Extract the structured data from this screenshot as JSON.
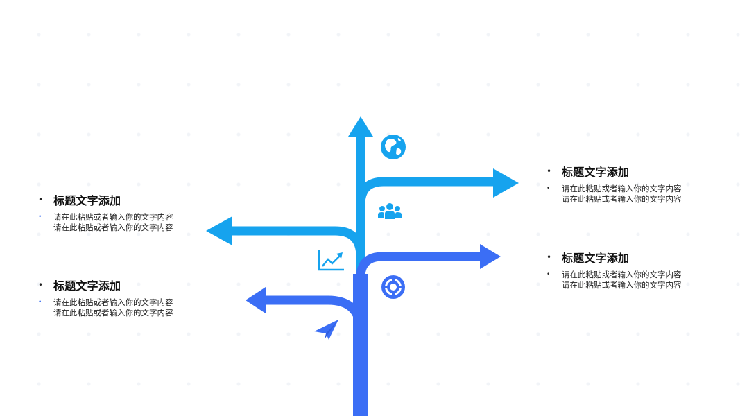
{
  "colors": {
    "light_blue": "#16a3ee",
    "royal_blue": "#3b6ef5"
  },
  "icons": {
    "globe": "globe-icon",
    "group": "users-group-icon",
    "chart": "trend-chart-icon",
    "lifebuoy": "lifebuoy-icon",
    "plane": "paper-plane-icon"
  },
  "items": [
    {
      "title": "标题文字添加",
      "desc": "请在此粘贴或者输入你的文字内容请在此粘贴或者输入你的文字内容"
    },
    {
      "title": "标题文字添加",
      "desc": "请在此粘贴或者输入你的文字内容请在此粘贴或者输入你的文字内容"
    },
    {
      "title": "标题文字添加",
      "desc": "请在此粘贴或者输入你的文字内容请在此粘贴或者输入你的文字内容"
    },
    {
      "title": "标题文字添加",
      "desc": "请在此粘贴或者输入你的文字内容请在此粘贴或者输入你的文字内容"
    }
  ]
}
